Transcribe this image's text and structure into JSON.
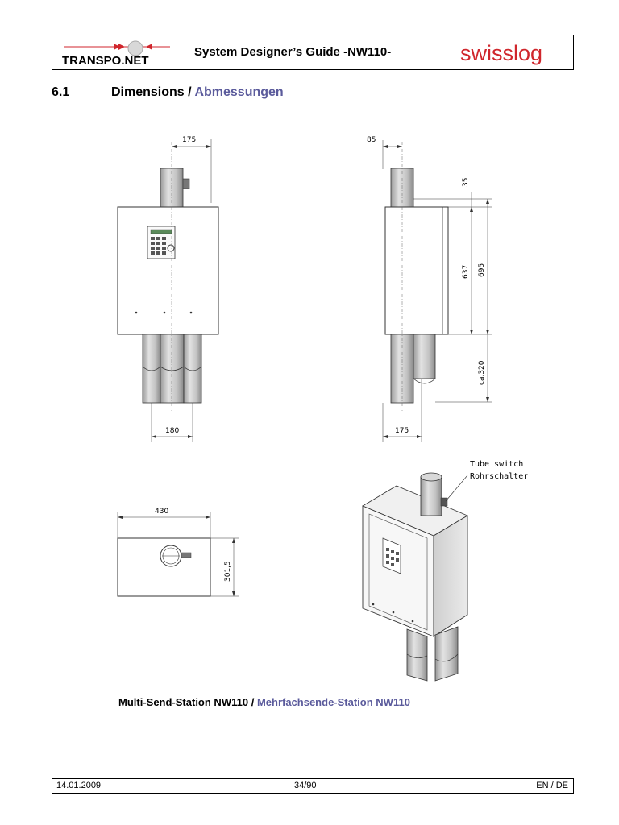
{
  "header": {
    "title": "System Designer’s Guide -NW110-",
    "logo_left_text": "TRANSPO.NET",
    "logo_right_text": "swisslog"
  },
  "section": {
    "number": "6.1",
    "title": "Dimensions",
    "separator": "/",
    "subtitle": "Abmessungen"
  },
  "dimensions": {
    "front_tube_width": "175",
    "front_bottom_width": "180",
    "side_tube_offset": "85",
    "side_top": "35",
    "side_body": "637",
    "side_total": "695",
    "side_bottom": "ca.320",
    "side_base": "175",
    "top_width": "430",
    "top_depth": "301,5"
  },
  "callout": {
    "line1": "Tube switch",
    "line2": "Rohrschalter"
  },
  "caption": {
    "main": "Multi-Send-Station NW110",
    "separator": "/",
    "sub": "Mehrfachsende-Station NW110"
  },
  "footer": {
    "date": "14.01.2009",
    "page": "34/90",
    "language": "EN / DE"
  },
  "colors": {
    "accent_blue": "#5b5b9c",
    "swisslog_red": "#d0262c"
  }
}
